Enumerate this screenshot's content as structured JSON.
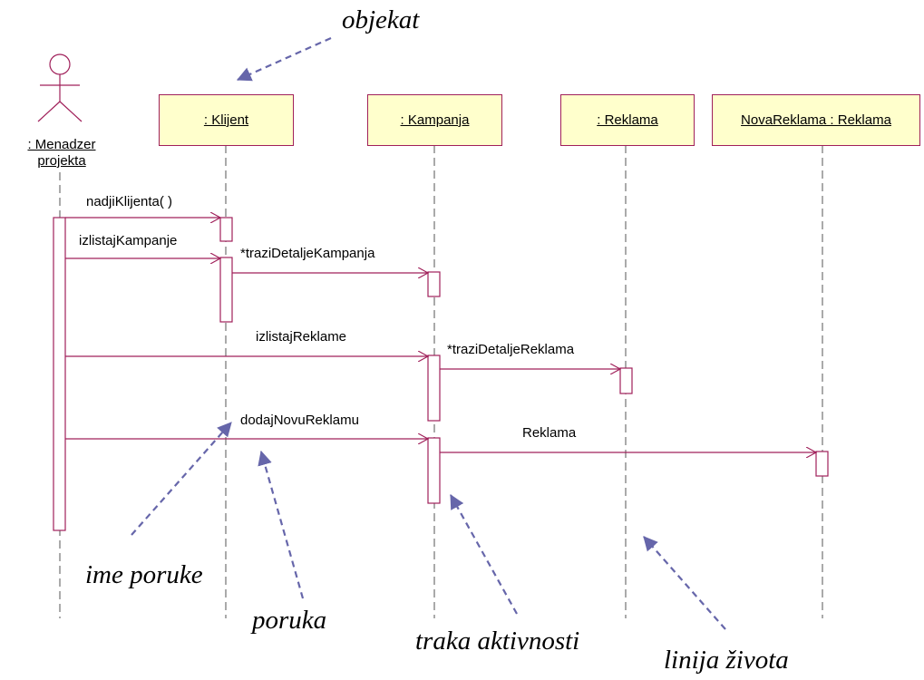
{
  "actor": {
    "name_line1": ": Menadzer",
    "name_line2": "projekta"
  },
  "objects": [
    {
      "name": ": Klijent"
    },
    {
      "name": ": Kampanja"
    },
    {
      "name": ": Reklama"
    },
    {
      "name": "NovaReklama : Reklama"
    }
  ],
  "messages": [
    {
      "label": "nadjiKlijenta( )"
    },
    {
      "label": "izlistajKampanje"
    },
    {
      "label": "*traziDetaljeKampanja"
    },
    {
      "label": "izlistajReklame"
    },
    {
      "label": "*traziDetaljeReklama"
    },
    {
      "label": "dodajNovuReklamu"
    },
    {
      "label": "Reklama"
    }
  ],
  "annotations": {
    "object": "objekat",
    "message_name": "ime poruke",
    "message": "poruka",
    "activation_bar": "traka aktivnosti",
    "lifeline": "linija života"
  },
  "colors": {
    "line": "#a0205a",
    "box_fill": "#ffffcc",
    "lifeline": "#555555",
    "annotation_arrow": "#6666aa"
  }
}
